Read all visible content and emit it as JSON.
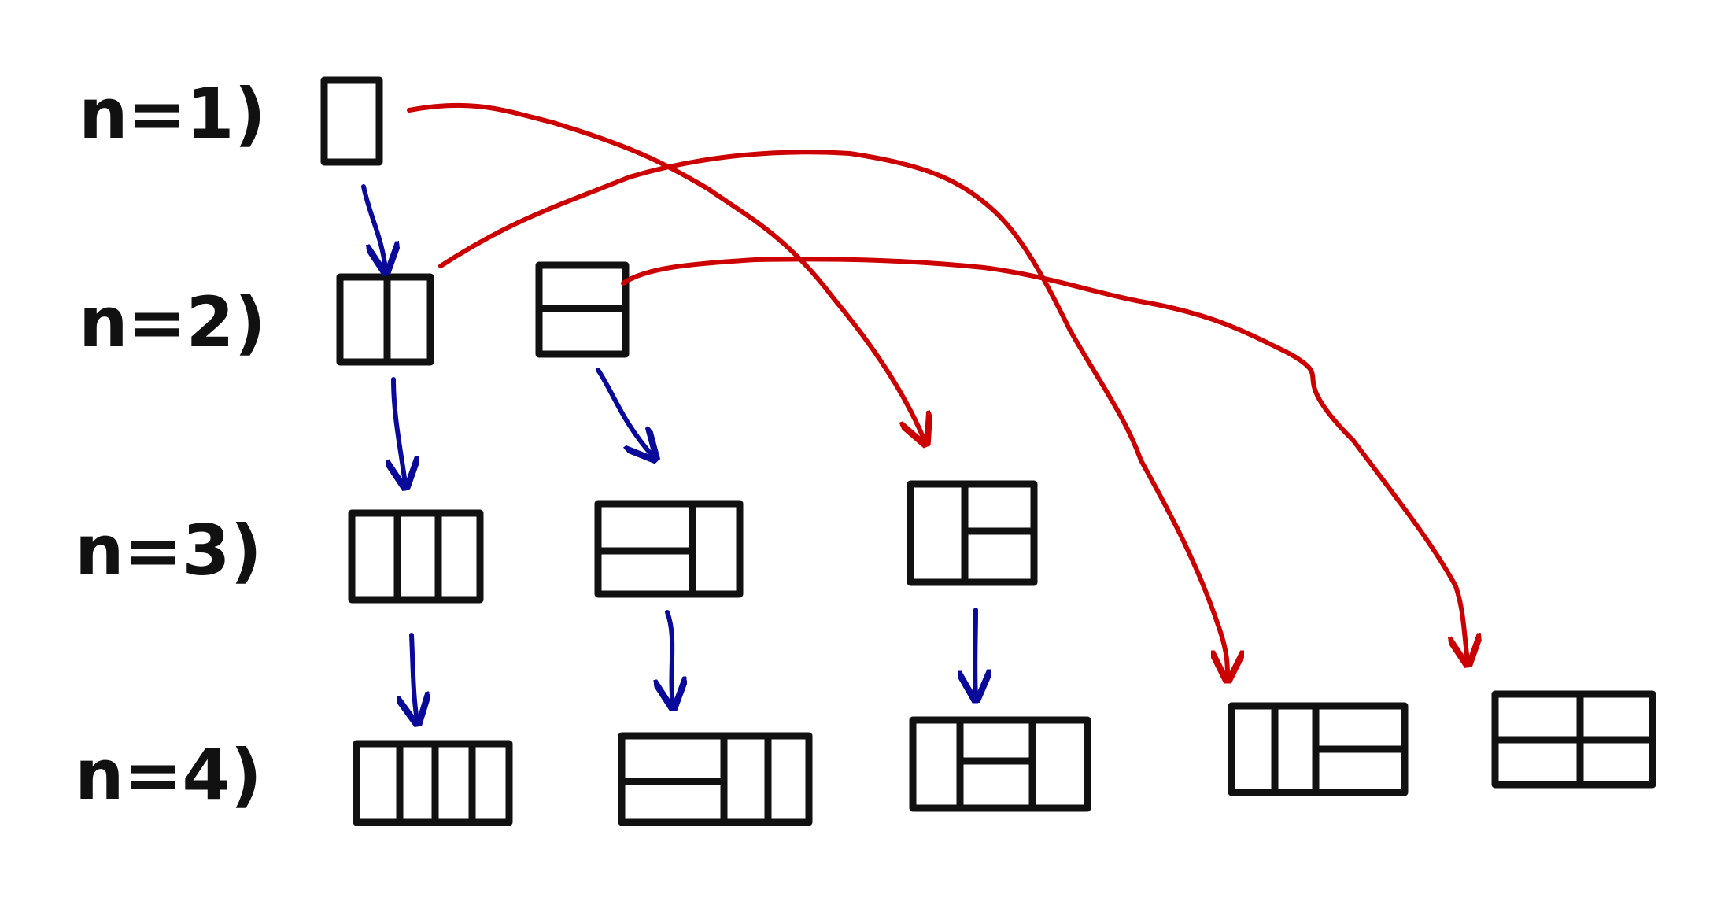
{
  "rows": [
    {
      "label": "n=1)"
    },
    {
      "label": "n=2)"
    },
    {
      "label": "n=3)"
    },
    {
      "label": "n=4)"
    }
  ],
  "colors": {
    "ink": "#111111",
    "add_vertical_arrow": "#0a0a9a",
    "add_horizontal_pair_arrow": "#cc0000"
  },
  "tilings": {
    "n1": [
      "|"
    ],
    "n2": [
      "||",
      "="
    ],
    "n3": [
      "|||",
      "=|",
      "|="
    ],
    "n4": [
      "||||",
      "=||",
      "|=|",
      "||=",
      "=="
    ]
  }
}
